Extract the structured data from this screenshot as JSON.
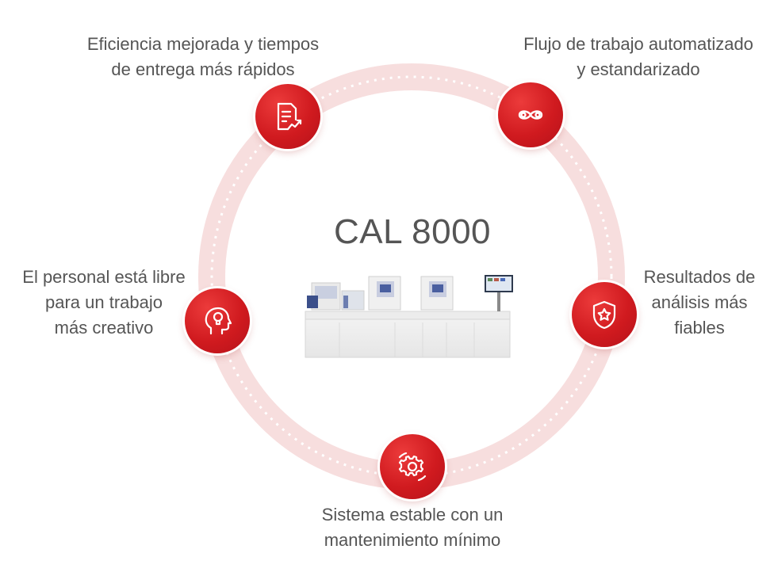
{
  "title": "CAL 8000",
  "colors": {
    "accent": "#d01a1f",
    "ring": "#f6d9d9",
    "text": "#555555"
  },
  "features": {
    "top_left": {
      "lines": [
        "Eficiencia mejorada y tiempos",
        "de entrega más rápidos"
      ],
      "icon": "document-chart-icon"
    },
    "top_right": {
      "lines": [
        "Flujo de trabajo automatizado",
        "y estandarizado"
      ],
      "icon": "workflow-loop-icon"
    },
    "left": {
      "lines": [
        "El personal está libre",
        "para un trabajo",
        "más creativo"
      ],
      "icon": "head-lightbulb-icon"
    },
    "right": {
      "lines": [
        "Resultados de",
        "análisis más",
        "fiables"
      ],
      "icon": "shield-star-icon"
    },
    "bottom": {
      "lines": [
        "Sistema estable con un",
        "mantenimiento mínimo"
      ],
      "icon": "gear-cycle-icon"
    }
  }
}
